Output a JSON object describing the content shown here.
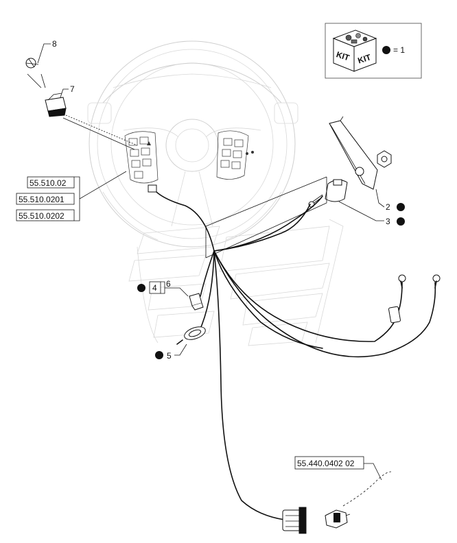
{
  "kit_legend": {
    "kit_label_left": "KIT",
    "kit_label_right": "KIT",
    "equals_text": "= 1"
  },
  "callouts": [
    {
      "id": "c8",
      "text": "8"
    },
    {
      "id": "c7",
      "text": "7"
    },
    {
      "id": "c2",
      "text": "2"
    },
    {
      "id": "c3",
      "text": "3"
    },
    {
      "id": "c4",
      "text": "4"
    },
    {
      "id": "c6",
      "text": "6"
    },
    {
      "id": "c5",
      "text": "5"
    }
  ],
  "reference_boxes": [
    {
      "text": "55.510.02"
    },
    {
      "text": "55.510.0201"
    },
    {
      "text": "55.510.0202"
    },
    {
      "text": "55.440.0402 02"
    }
  ],
  "colors": {
    "ink": "#111111",
    "ghost": "#cfcfcf",
    "background": "#ffffff"
  }
}
